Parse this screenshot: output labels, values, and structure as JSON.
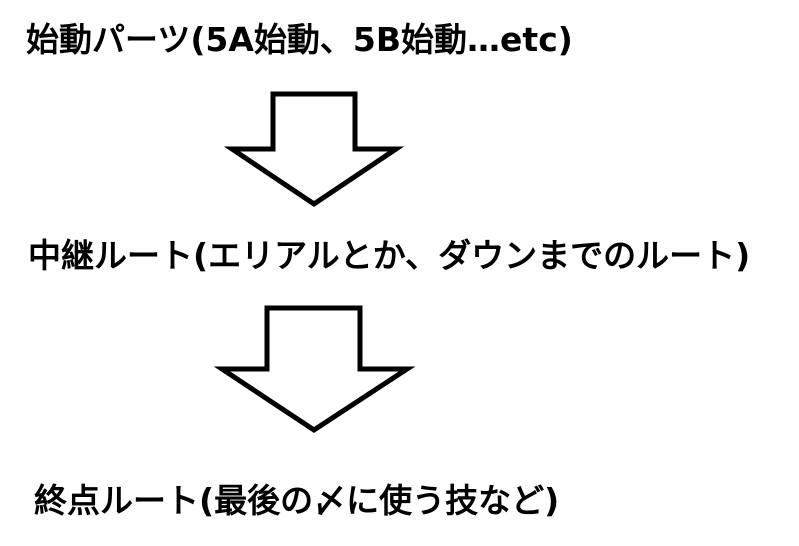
{
  "flow": {
    "steps": [
      {
        "label": "始動パーツ(5A始動、5B始動…etc)"
      },
      {
        "label": "中継ルート(エリアルとか、ダウンまでのルート)"
      },
      {
        "label": "終点ルート(最後の〆に使う技など)"
      }
    ],
    "arrow_stroke": "#000000",
    "arrow_fill": "#ffffff",
    "text_color": "#000000",
    "background": "#ffffff"
  }
}
